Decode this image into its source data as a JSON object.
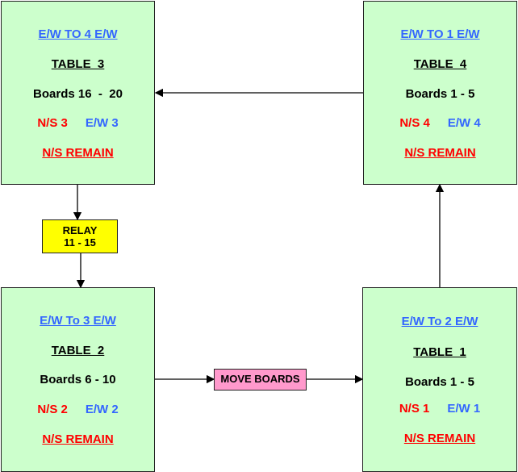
{
  "tables": [
    {
      "key": "t3",
      "move": "E/W TO 4 E/W",
      "title": "TABLE  3",
      "boards": "Boards 16  -  20",
      "ns": "N/S 3",
      "ew": "E/W 3",
      "remain": "N/S REMAIN"
    },
    {
      "key": "t4",
      "move": "E/W TO 1 E/W",
      "title": "TABLE  4",
      "boards": "Boards 1 - 5",
      "ns": "N/S 4",
      "ew": "E/W 4",
      "remain": "N/S REMAIN"
    },
    {
      "key": "t2",
      "move": "E/W To 3 E/W",
      "title": "TABLE  2",
      "boards": "Boards 6 - 10",
      "ns": "N/S 2",
      "ew": "E/W 2",
      "remain": "N/S REMAIN"
    },
    {
      "key": "t1",
      "move": "E/W To 2 E/W",
      "title": "TABLE  1",
      "boards": "Boards 1 - 5",
      "ns": "N/S 1",
      "ew": "E/W 1",
      "remain": "N/S REMAIN"
    }
  ],
  "relay": {
    "line1": "RELAY",
    "line2": "11 - 15"
  },
  "move_boards": "MOVE BOARDS",
  "colors": {
    "table_fill": "#ccffcc",
    "relay_fill": "#ffff00",
    "move_fill": "#ff99cc",
    "ew": "#3366ff",
    "ns": "#ff0000"
  }
}
